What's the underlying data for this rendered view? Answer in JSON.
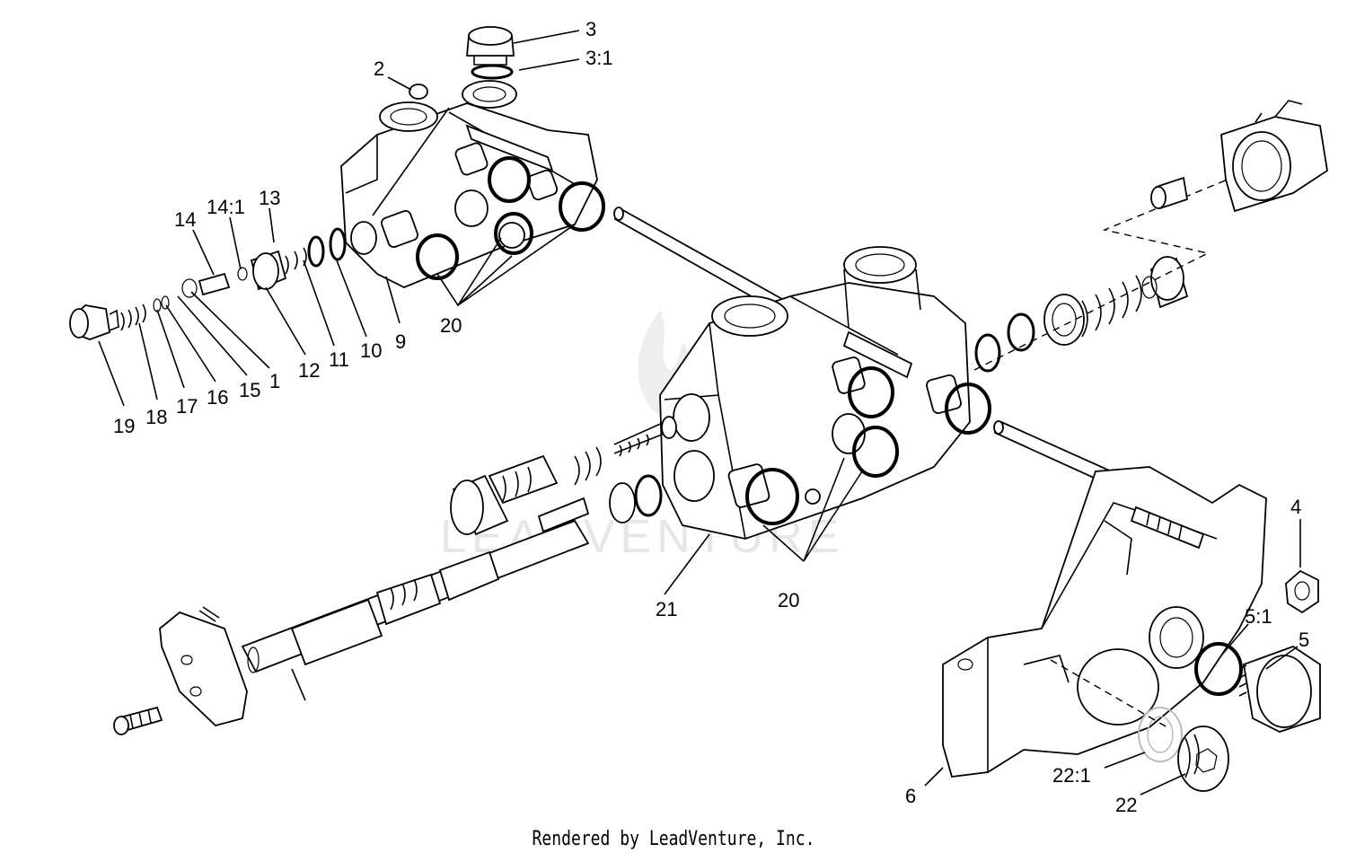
{
  "footer_text": "Rendered by LeadVenture, Inc.",
  "watermark_text": "LEADVENTURE",
  "callouts": [
    {
      "id": "c3",
      "text": "3"
    },
    {
      "id": "c3_1",
      "text": "3:1"
    },
    {
      "id": "c2",
      "text": "2"
    },
    {
      "id": "c14",
      "text": "14"
    },
    {
      "id": "c14_1",
      "text": "14:1"
    },
    {
      "id": "c13",
      "text": "13"
    },
    {
      "id": "c19",
      "text": "19"
    },
    {
      "id": "c18",
      "text": "18"
    },
    {
      "id": "c17",
      "text": "17"
    },
    {
      "id": "c16",
      "text": "16"
    },
    {
      "id": "c15",
      "text": "15"
    },
    {
      "id": "c1",
      "text": "1"
    },
    {
      "id": "c12",
      "text": "12"
    },
    {
      "id": "c11",
      "text": "11"
    },
    {
      "id": "c10",
      "text": "10"
    },
    {
      "id": "c9",
      "text": "9"
    },
    {
      "id": "c20a",
      "text": "20"
    },
    {
      "id": "c21",
      "text": "21"
    },
    {
      "id": "c20b",
      "text": "20"
    },
    {
      "id": "c4",
      "text": "4"
    },
    {
      "id": "c5_1",
      "text": "5:1"
    },
    {
      "id": "c5",
      "text": "5"
    },
    {
      "id": "c6",
      "text": "6"
    },
    {
      "id": "c22_1",
      "text": "22:1"
    },
    {
      "id": "c22",
      "text": "22"
    }
  ],
  "colors": {
    "line": "#000000",
    "background": "#ffffff",
    "watermark": "#e6e6e6"
  }
}
